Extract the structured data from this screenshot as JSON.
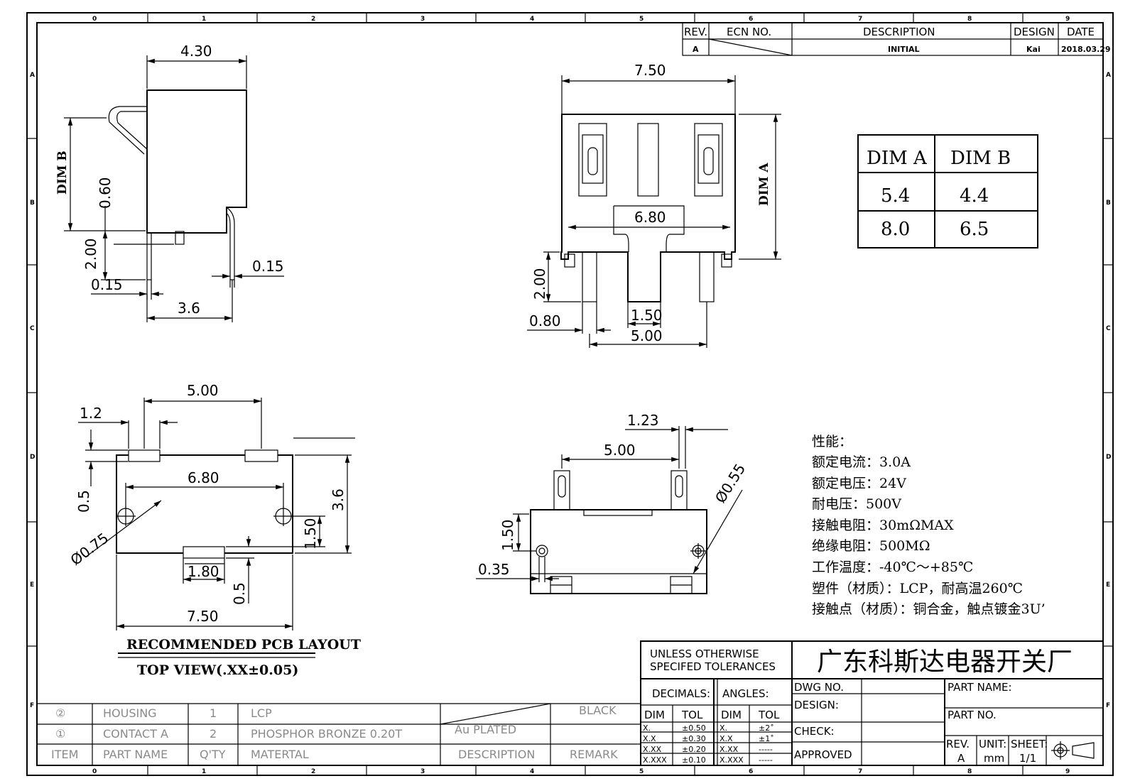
{
  "grid": {
    "cols": [
      "0",
      "1",
      "2",
      "3",
      "4",
      "5",
      "6",
      "7",
      "8",
      "9"
    ],
    "rows": [
      "A",
      "B",
      "C",
      "D",
      "E",
      "F"
    ]
  },
  "revision_block": {
    "headers": {
      "rev": "REV.",
      "ecn": "ECN NO.",
      "desc": "DESCRIPTION",
      "design": "DESIGN",
      "date": "DATE"
    },
    "row": {
      "rev": "A",
      "desc": "INITIAL",
      "design": "Kai",
      "date": "2018.03.29"
    }
  },
  "side_view": {
    "dim_top": "4.30",
    "dim_b_label": "DIM B",
    "dim_060": "0.60",
    "dim_200": "2.00",
    "dim_015_left": "0.15",
    "dim_015_right": "0.15",
    "dim_36": "3.6"
  },
  "front_view": {
    "dim_750": "7.50",
    "dim_a_label": "DIM A",
    "dim_680": "6.80",
    "dim_200": "2.00",
    "dim_080": "0.80",
    "dim_150": "1.50",
    "dim_500": "5.00"
  },
  "dim_table": {
    "headers": [
      "DIM A",
      "DIM B"
    ],
    "rows": [
      [
        "5.4",
        "4.4"
      ],
      [
        "8.0",
        "6.5"
      ]
    ]
  },
  "pcb_layout": {
    "dim_500": "5.00",
    "dim_12": "1.2",
    "dim_05_left": "0.5",
    "dim_680": "6.80",
    "dim_phi075": "Ø0.75",
    "dim_36": "3.6",
    "dim_150": "1.50",
    "dim_180": "1.80",
    "dim_05_bottom": "0.5",
    "dim_750": "7.50",
    "title": "RECOMMENDED PCB LAYOUT",
    "subtitle": "TOP VIEW(.XX±0.05)"
  },
  "bottom_view": {
    "dim_123": "1.23",
    "dim_500": "5.00",
    "dim_phi055": "Ø0.55",
    "dim_150": "1.50",
    "dim_035": "0.35"
  },
  "specs": [
    "性能：",
    "额定电流：3.0A",
    "额定电压：24V",
    "耐电压：500V",
    "接触电阻：30mΩMAX",
    "绝缘电阻：500MΩ",
    "工作温度：-40℃～+85℃",
    "塑件（材质）：LCP，耐高温260℃",
    "接触点（材质）：铜合金，触点镀金3U’"
  ],
  "title_block": {
    "tolerance_note_1": "UNLESS OTHERWISE",
    "tolerance_note_2": "SPECIFED TOLERANCES",
    "company": "广东科斯达电器开关厂",
    "decimals": "DECIMALS:",
    "angles": "ANGLES:",
    "dim": "DIM",
    "tol": "TOL",
    "decimal_rows": [
      [
        "X.",
        "±0.50"
      ],
      [
        "X.X",
        "±0.30"
      ],
      [
        "X.XX",
        "±0.20"
      ],
      [
        "X.XXX",
        "±0.10"
      ]
    ],
    "angle_rows": [
      [
        "X.",
        "±2˚"
      ],
      [
        "X.X",
        "±1˚"
      ],
      [
        "X.XX",
        "-----"
      ],
      [
        "X.XXX",
        "-----"
      ]
    ],
    "dwg_no": "DWG NO.",
    "design": "DESIGN:",
    "check": "CHECK:",
    "approved": "APPROVED",
    "part_name": "PART NAME:",
    "part_no": "PART NO.",
    "rev_label": "REV.",
    "rev_value": "A",
    "unit_label": "UNIT:",
    "unit_value": "mm",
    "sheet_label": "SHEET:",
    "sheet_value": "1/1"
  },
  "bom": {
    "rows": [
      {
        "item": "②",
        "part": "HOUSING",
        "qty": "1",
        "material": "LCP",
        "desc": "",
        "remark": "BLACK"
      },
      {
        "item": "①",
        "part": "CONTACT A",
        "qty": "2",
        "material": "PHOSPHOR BRONZE 0.20T",
        "desc": "Au PLATED",
        "remark": ""
      }
    ],
    "header": {
      "item": "ITEM",
      "part": "PART NAME",
      "qty": "Q'TY",
      "material": "MATERTAL",
      "desc": "DESCRIPTION",
      "remark": "REMARK"
    }
  }
}
